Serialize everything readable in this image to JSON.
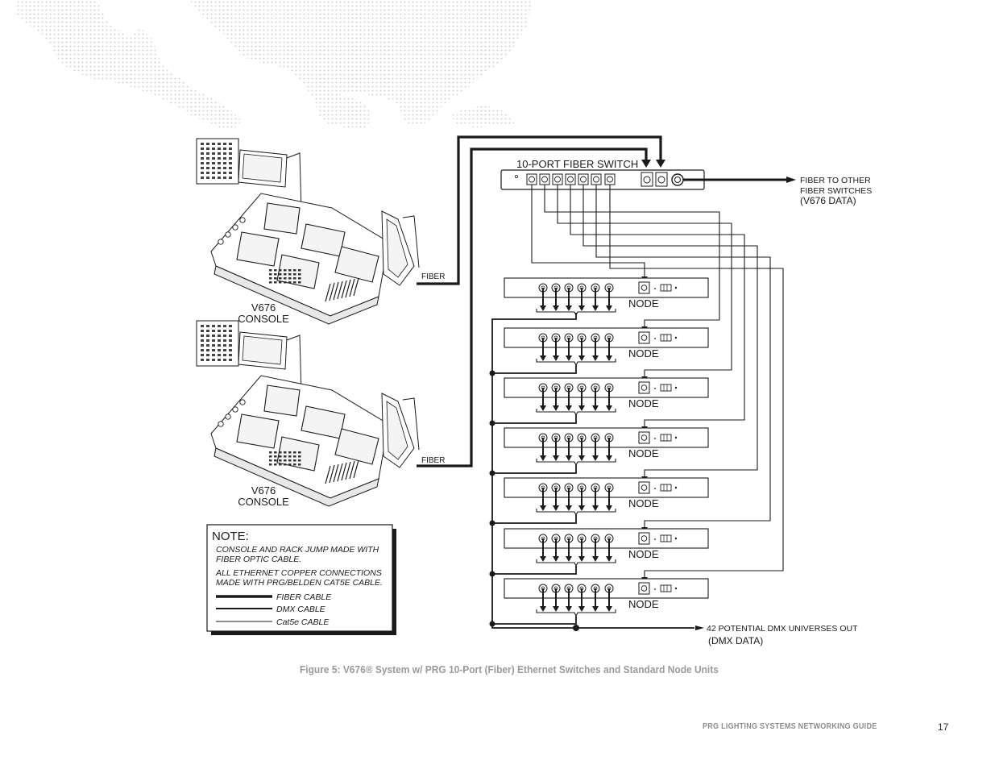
{
  "diagram": {
    "switch_label": "10-PORT FIBER SWITCH",
    "fiber_out_line1": "FIBER TO OTHER",
    "fiber_out_line2": "FIBER SWITCHES",
    "fiber_out_line3": "(V676 DATA)",
    "consoles": [
      {
        "label_line1": "V676",
        "label_line2": "CONSOLE",
        "cable_label": "FIBER"
      },
      {
        "label_line1": "V676",
        "label_line2": "CONSOLE",
        "cable_label": "FIBER"
      }
    ],
    "nodes": [
      {
        "label": "NODE"
      },
      {
        "label": "NODE"
      },
      {
        "label": "NODE"
      },
      {
        "label": "NODE"
      },
      {
        "label": "NODE"
      },
      {
        "label": "NODE"
      },
      {
        "label": "NODE"
      }
    ],
    "dmx_out_line1": "42 POTENTIAL DMX UNIVERSES OUT",
    "dmx_out_line2": "(DMX DATA)"
  },
  "note": {
    "title": "NOTE:",
    "para1_line1": "CONSOLE AND RACK JUMP MADE WITH",
    "para1_line2": "FIBER OPTIC CABLE.",
    "para2_line1": "ALL ETHERNET COPPER CONNECTIONS",
    "para2_line2": "MADE WITH PRG/BELDEN CAT5E CABLE.",
    "legend": [
      {
        "label": "FIBER CABLE"
      },
      {
        "label": "DMX CABLE"
      },
      {
        "label": "Cat5e CABLE"
      }
    ]
  },
  "caption": "Figure 5:  V676® System w/ PRG 10-Port (Fiber) Ethernet Switches and Standard Node Units",
  "footer": {
    "guide_title": "PRG LIGHTING SYSTEMS NETWORKING GUIDE",
    "page_number": "17"
  },
  "colors": {
    "ink": "#1a1a1a",
    "caption_gray": "#9a9a9a",
    "map_dots": "#d0d0d0"
  }
}
